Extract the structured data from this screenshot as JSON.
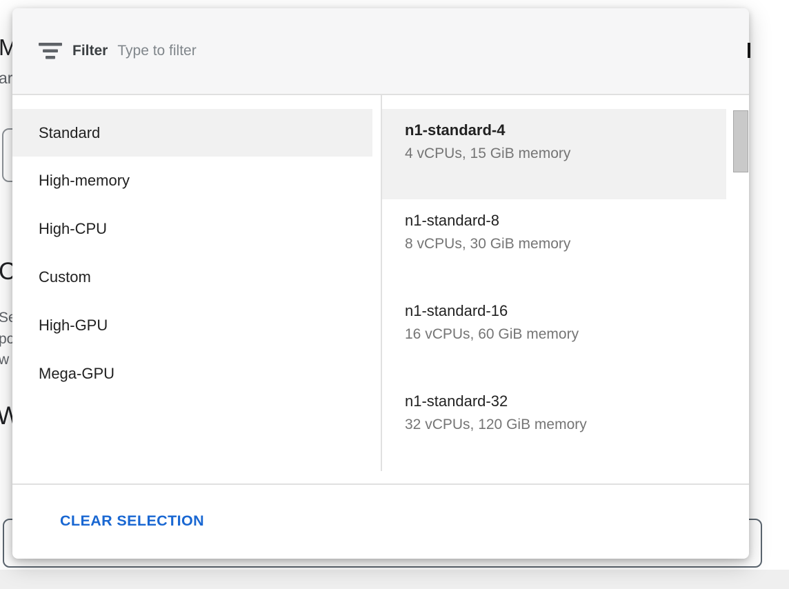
{
  "colors": {
    "accent_blue": "#1967d2",
    "selected_bg": "#f1f1f1",
    "text_primary": "#212121",
    "text_secondary": "#757575",
    "filter_bar_bg": "#f6f6f7"
  },
  "overlay": {
    "filter": {
      "label": "Filter",
      "placeholder": "Type to filter"
    },
    "categories": [
      {
        "label": "Standard",
        "selected": true
      },
      {
        "label": "High-memory",
        "selected": false
      },
      {
        "label": "High-CPU",
        "selected": false
      },
      {
        "label": "Custom",
        "selected": false
      },
      {
        "label": "High-GPU",
        "selected": false
      },
      {
        "label": "Mega-GPU",
        "selected": false
      }
    ],
    "machine_types": [
      {
        "name": "n1-standard-4",
        "specs": "4 vCPUs, 15 GiB memory",
        "selected": true
      },
      {
        "name": "n1-standard-8",
        "specs": "8 vCPUs, 30 GiB memory",
        "selected": false
      },
      {
        "name": "n1-standard-16",
        "specs": "16 vCPUs, 60 GiB memory",
        "selected": false
      },
      {
        "name": "n1-standard-32",
        "specs": "32 vCPUs, 120 GiB memory",
        "selected": false
      }
    ],
    "footer": {
      "clear_button_label": "CLEAR SELECTION"
    }
  },
  "background": {
    "fragments": [
      {
        "text": "M"
      },
      {
        "text": "ar"
      },
      {
        "text": "C"
      },
      {
        "text": "Se"
      },
      {
        "text": "po"
      },
      {
        "text": "w"
      },
      {
        "text": "W"
      }
    ]
  }
}
